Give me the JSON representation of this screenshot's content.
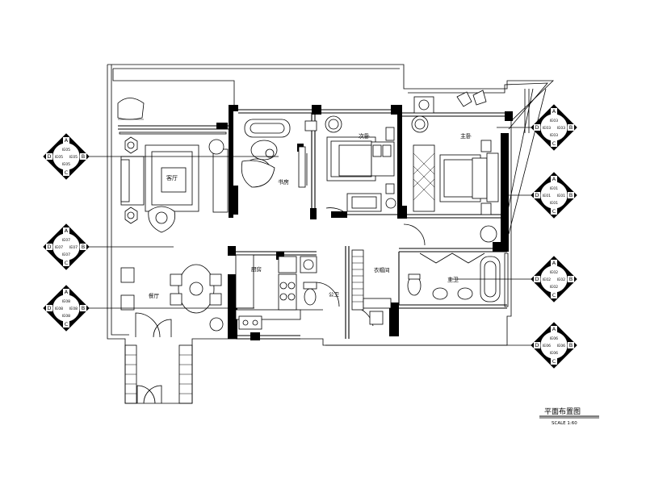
{
  "drawing": {
    "title": "平面布置图",
    "scale": "SCALE 1:60"
  },
  "rooms": {
    "living": "客厅",
    "study": "书房",
    "second_bedroom": "次卧",
    "master_bedroom": "主卧",
    "kitchen": "厨房",
    "dining": "餐厅",
    "public_bath": "公卫",
    "walk_in_closet": "衣帽间",
    "master_bath": "主卫"
  },
  "elevation_markers": [
    {
      "side": "left",
      "top": "A",
      "left": "D",
      "right": "B",
      "bottom": "C",
      "code": "IE05"
    },
    {
      "side": "left",
      "top": "A",
      "left": "D",
      "right": "B",
      "bottom": "C",
      "code": "IE07"
    },
    {
      "side": "left",
      "top": "A",
      "left": "D",
      "right": "B",
      "bottom": "C",
      "code": "IE08"
    },
    {
      "side": "right",
      "top": "A",
      "left": "D",
      "right": "B",
      "bottom": "C",
      "code": "IE03"
    },
    {
      "side": "right",
      "top": "A",
      "left": "D",
      "right": "B",
      "bottom": "C",
      "code": "IE01"
    },
    {
      "side": "right",
      "top": "A",
      "left": "D",
      "right": "B",
      "bottom": "C",
      "code": "IE02"
    },
    {
      "side": "right",
      "top": "A",
      "left": "D",
      "right": "B",
      "bottom": "C",
      "code": "IE06"
    }
  ]
}
